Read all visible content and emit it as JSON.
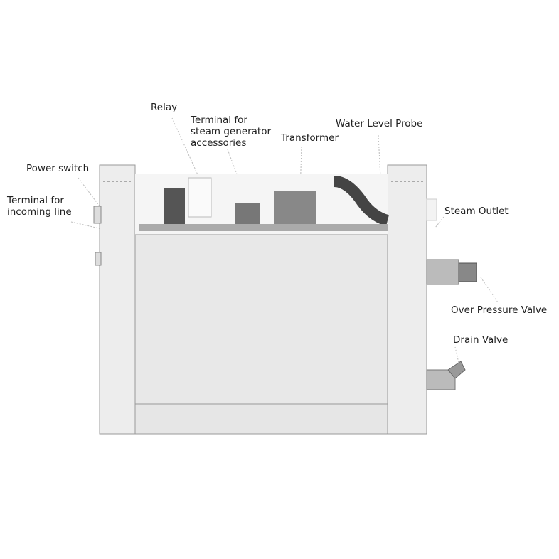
{
  "labels": {
    "relay": "Relay",
    "terminal_accessories_1": "Terminal for",
    "terminal_accessories_2": "steam generator",
    "terminal_accessories_3": "accessories",
    "transformer": "Transformer",
    "water_level_probe": "Water Level Probe",
    "power_switch": "Power switch",
    "terminal_incoming_1": "Terminal for",
    "terminal_incoming_2": "incoming line",
    "steam_outlet": "Steam Outlet",
    "over_pressure_valve": "Over Pressure Valve",
    "drain_valve": "Drain Valve"
  }
}
